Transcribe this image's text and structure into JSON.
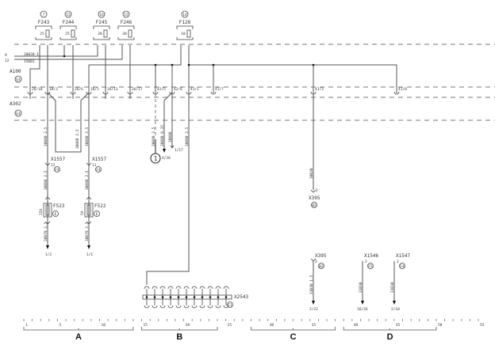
{
  "fuses": [
    {
      "name": "F243",
      "ref": "7",
      "rating": "25"
    },
    {
      "name": "F244",
      "ref": "15",
      "rating": "25"
    },
    {
      "name": "F245",
      "ref": "16",
      "rating": "20"
    },
    {
      "name": "F246",
      "ref": "15",
      "rating": "20"
    },
    {
      "name": "F128",
      "ref": "14",
      "rating": "10"
    }
  ],
  "feeds": [
    {
      "pin": "9",
      "wire": "30030-1"
    },
    {
      "pin": "12",
      "wire": "15001"
    }
  ],
  "modules": [
    {
      "name": "A100",
      "loc": "E4"
    },
    {
      "name": "A302",
      "loc": "E4"
    }
  ],
  "pins": [
    "26/18",
    "18/3",
    "26/6",
    "18/1",
    "26/13",
    "26/17",
    "42/5",
    "42/6",
    "41/1",
    "41/7",
    "41/3",
    "41/8"
  ],
  "wires": {
    "w1": "30080 2.5",
    "w2": "30080 2.5",
    "w3": "30080 2.5",
    "w4": "30080 2.5",
    "w5": "30080 0.35",
    "w6": "30080",
    "w7": "30080 2.5",
    "w8": "30080 2.5",
    "w9": "30080 2.5",
    "w10": "30079 2.5",
    "w11": "30079 2.5",
    "w12": "30030",
    "w13": "31030 1.5",
    "w14": "31030",
    "w15": "31030"
  },
  "connectors": {
    "x1557a": {
      "name": "X1557",
      "pin": "12",
      "loc": "F4"
    },
    "x1557b": {
      "name": "X1557",
      "pin": "11",
      "loc": "F4"
    },
    "x395a": {
      "name": "X395",
      "pin": "2",
      "loc": "B2"
    },
    "x2543": {
      "name": "X2543",
      "loc": "F1"
    },
    "x395b": {
      "name": "X395",
      "pin": "3",
      "loc": "B2"
    },
    "x1546": {
      "name": "X1546",
      "pin": "2",
      "loc": "F5"
    },
    "x1547": {
      "name": "X1547",
      "pin": "2",
      "loc": "F4"
    }
  },
  "inline_fuses": [
    {
      "name": "F523",
      "rating": "25A",
      "loc": "E"
    },
    {
      "name": "F522",
      "rating": "5A",
      "loc": "E"
    }
  ],
  "refs": {
    "r1": "1/2",
    "r2": "1/1",
    "r3": "4/26",
    "r4": "1/17",
    "r5": "2/22",
    "r6": "16/26",
    "r7": "2/10"
  },
  "callout": "1",
  "scale": {
    "min": 1,
    "max": 55,
    "labels": [
      "1",
      "5",
      "10",
      "15",
      "20",
      "25",
      "30",
      "35",
      "40",
      "45",
      "50",
      "55"
    ],
    "sections": [
      {
        "label": "A",
        "from": 1,
        "to": 14
      },
      {
        "label": "B",
        "from": 15,
        "to": 24
      },
      {
        "label": "C",
        "from": 28,
        "to": 38
      },
      {
        "label": "D",
        "from": 39,
        "to": 50
      }
    ]
  }
}
